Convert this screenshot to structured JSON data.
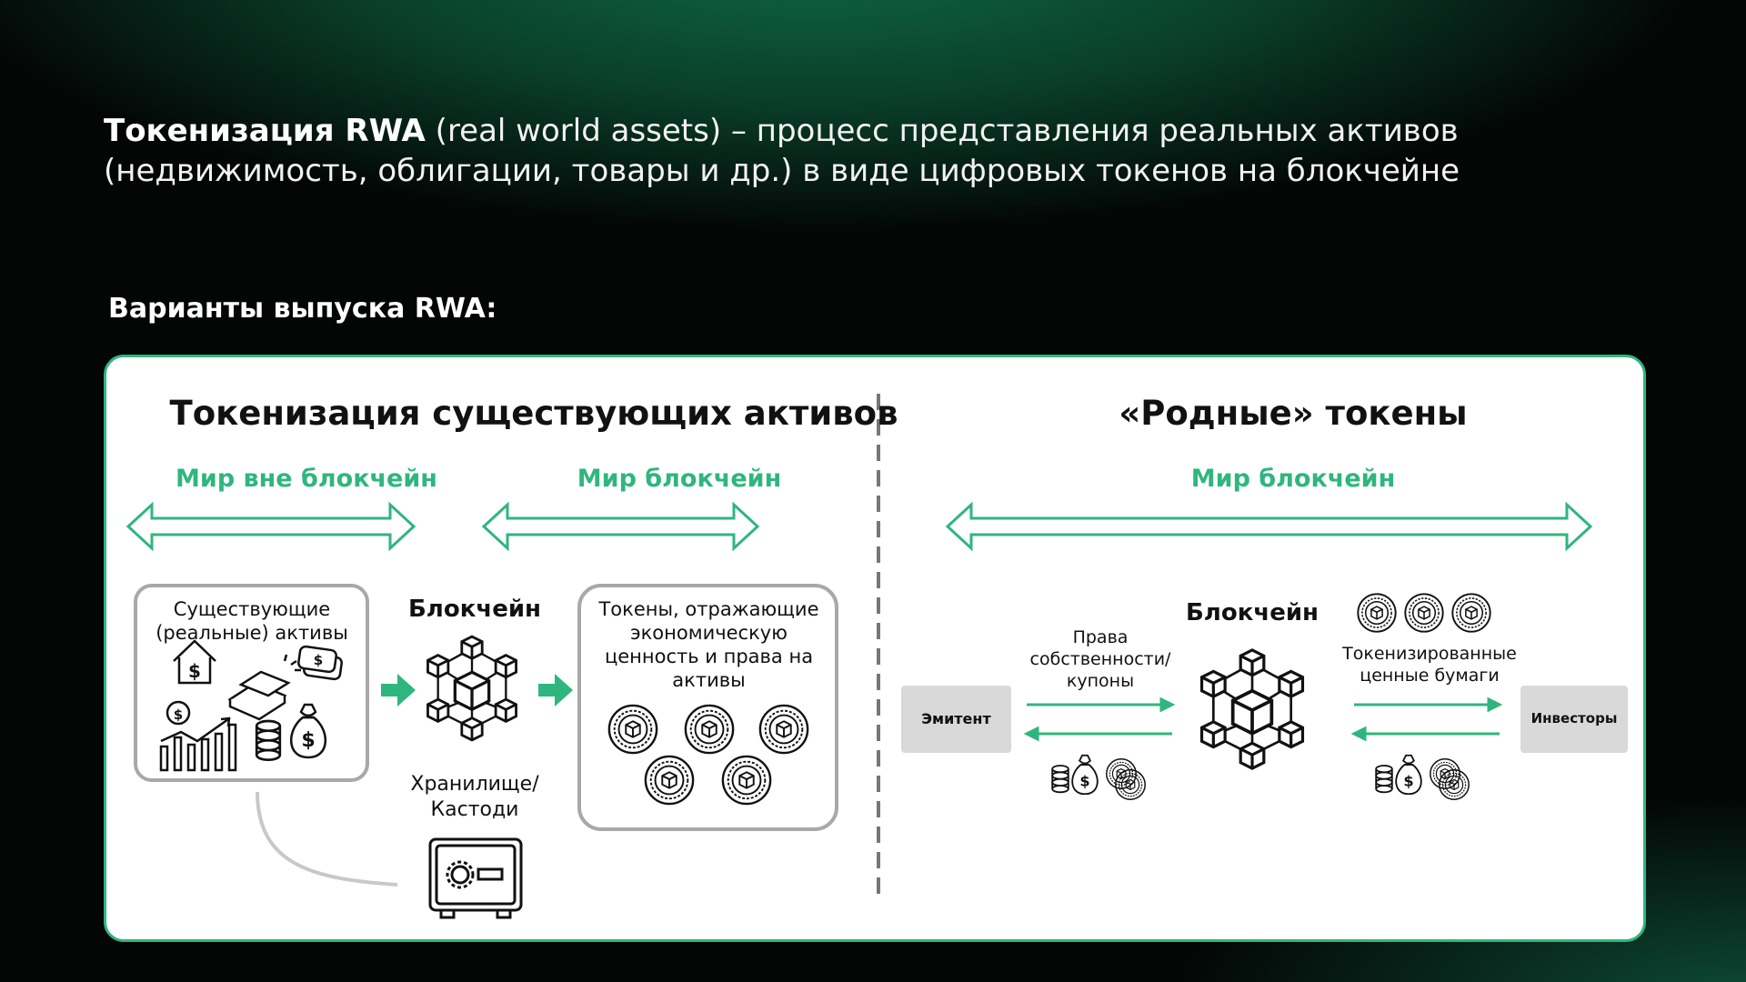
{
  "intro": {
    "bold": "Токенизация RWA",
    "rest_line1": " (real world assets) – процесс представления реальных активов",
    "line2": "(недвижимость, облигации, товары и др.) в виде цифровых токенов на блокчейне"
  },
  "variants_title": "Варианты выпуска RWA:",
  "left": {
    "title": "Токенизация существующих активов",
    "world_offchain": "Мир вне блокчейн",
    "world_chain": "Мир блокчейн",
    "assets_label": "Существующие (реальные) активы",
    "blockchain_label": "Блокчейн",
    "tokens_label": "Токены, отражающие экономическую ценность и права на активы",
    "custody_label": "Хранилище/ Кастоди"
  },
  "right": {
    "title": "«Родные» токены",
    "world_chain": "Мир блокчейн",
    "blockchain_label": "Блокчейн",
    "rights_label": "Права собственности/ купоны",
    "securities_label": "Токенизированные ценные бумаги",
    "issuer": "Эмитент",
    "investors": "Инвесторы"
  },
  "colors": {
    "accent": "#2fb67e",
    "panel_bg": "#ffffff",
    "party_bg": "#d9d9d9"
  },
  "icons": [
    "house-dollar-icon",
    "gold-bars-icon",
    "cash-icon",
    "growth-chart-icon",
    "money-bag-icon",
    "blockchain-network-icon",
    "token-coin-icon",
    "safe-icon",
    "coins-icon"
  ]
}
